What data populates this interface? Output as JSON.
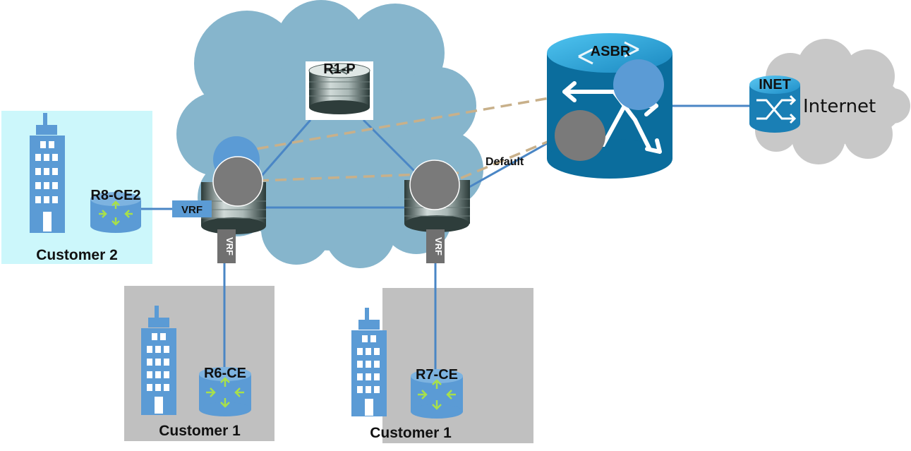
{
  "devices": {
    "r1": "R1-P",
    "asbr": "ASBR",
    "inet": "INET",
    "r8": "R8-CE2",
    "r6": "R6-CE",
    "r7": "R7-CE"
  },
  "sites": {
    "customer2": "Customer 2",
    "customer1_left": "Customer 1",
    "customer1_right": "Customer 1"
  },
  "clouds": {
    "internet": "Internet"
  },
  "tags": {
    "vrf_customer2": "VRF",
    "vrf_r6": "VRF",
    "vrf_r7": "VRF"
  },
  "links": {
    "default_route": "Default"
  },
  "colors": {
    "mpls_cloud": "#86b5cc",
    "internet_cloud": "#c8c8c8",
    "customer2_bg": "#ccf7fb",
    "customer1_bg": "#c0c0c0",
    "link": "#4a86c5",
    "dashed_link": "#c8b08a",
    "asbr_body": "#0b6d9d",
    "vrf_light": "#5b9bd5",
    "vrf_dark": "#7a7a7a"
  }
}
